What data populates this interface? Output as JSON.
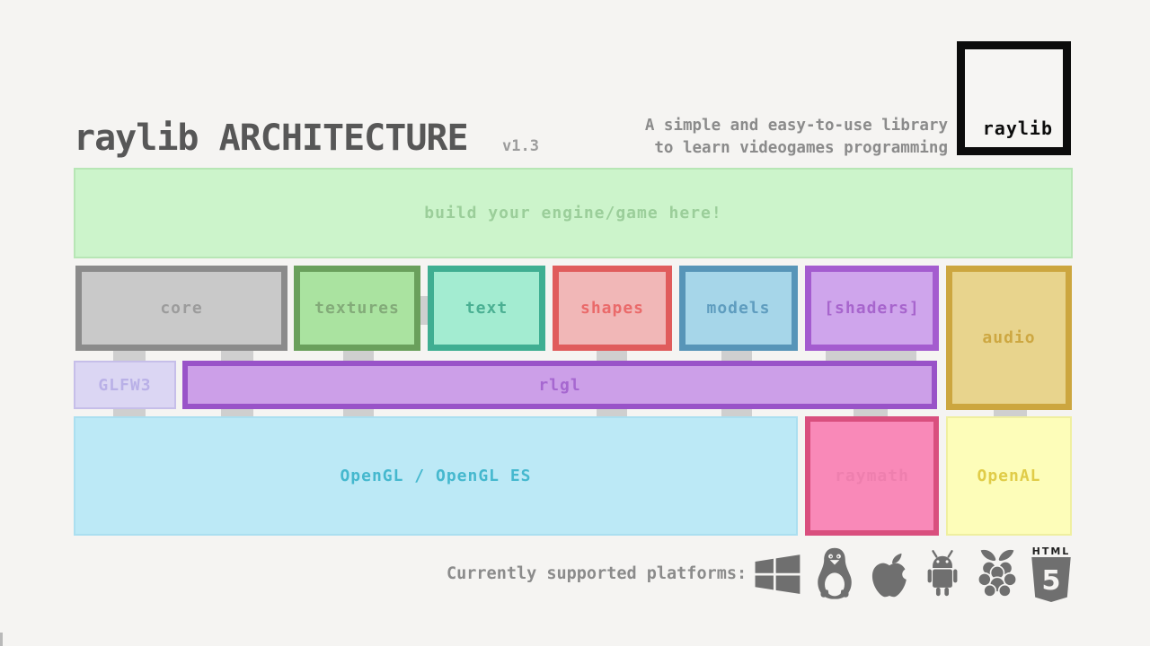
{
  "header": {
    "title": "raylib ARCHITECTURE",
    "version": "v1.3",
    "tagline_line1": "A simple and easy-to-use library",
    "tagline_line2": "to learn videogames programming",
    "logo_text": "raylib"
  },
  "diagram": {
    "build_area": {
      "label": "build your engine/game here!",
      "fill": "#ccf4cb",
      "border": "#b7e6b5",
      "text_color": "#9bce9a"
    },
    "modules": [
      {
        "id": "core",
        "label": "core",
        "border": "#8b8b8b",
        "fill": "#c9c9c9",
        "text_color": "#9c9c9c"
      },
      {
        "id": "textures",
        "label": "textures",
        "border": "#6aa05c",
        "fill": "#aae3a0",
        "text_color": "#83ab79"
      },
      {
        "id": "text",
        "label": "text",
        "border": "#3fae92",
        "fill": "#a3ecd1",
        "text_color": "#4bb093"
      },
      {
        "id": "shapes",
        "label": "shapes",
        "border": "#e05c5c",
        "fill": "#f1b7b7",
        "text_color": "#ea6a6a"
      },
      {
        "id": "models",
        "label": "models",
        "border": "#5795b8",
        "fill": "#a6d6e9",
        "text_color": "#5f9dbf"
      },
      {
        "id": "shaders",
        "label": "[shaders]",
        "border": "#a45ccf",
        "fill": "#cfa5ec",
        "text_color": "#a765cd"
      },
      {
        "id": "audio",
        "label": "audio",
        "border": "#cca63f",
        "fill": "#e8d48d",
        "text_color": "#cda741"
      }
    ],
    "glfw3": {
      "label": "GLFW3",
      "fill": "#dbd6f3",
      "border": "#c6bee9",
      "text_color": "#b9b0e7"
    },
    "rlgl": {
      "label": "rlgl",
      "fill": "#cc9fe8",
      "border": "#9953c8",
      "text_color": "#a667d0"
    },
    "opengl": {
      "label": "OpenGL / OpenGL ES",
      "fill": "#bce9f6",
      "border": "#abdff0",
      "text_color": "#45b8ce"
    },
    "raymath": {
      "label": "raymath",
      "fill": "#f989b8",
      "border": "#d94f7e",
      "text_color": "#ee7fae"
    },
    "openal": {
      "label": "OpenAL",
      "fill": "#fdfdb9",
      "border": "#efefa0",
      "text_color": "#e0cc48"
    },
    "connector_color": "#cfcfcf"
  },
  "footer": {
    "label": "Currently supported platforms:",
    "platforms": [
      "windows",
      "linux",
      "macos",
      "android",
      "raspberry-pi",
      "html5"
    ],
    "html5_text": "HTML",
    "html5_number": "5",
    "icon_color": "#6f6f6f"
  }
}
